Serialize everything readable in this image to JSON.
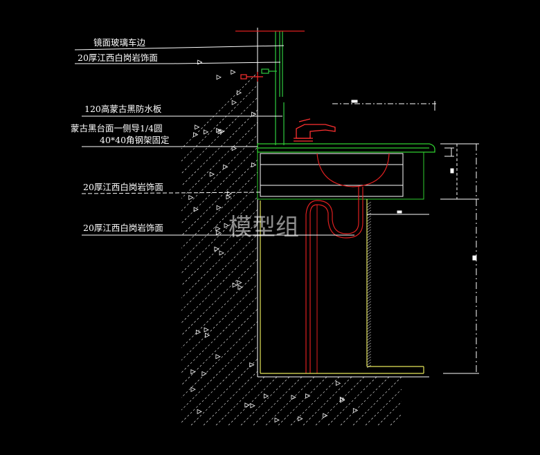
{
  "drawing": {
    "labels": [
      {
        "text": "镜面玻璃车边"
      },
      {
        "text": "20厚江西白岗岩饰面"
      },
      {
        "text": "120高蒙古黑防水板"
      },
      {
        "text": "蒙古黑台面一侧导1/4圆"
      },
      {
        "text": "40*40角钢架固定"
      },
      {
        "text": "20厚江西白岗岩饰面"
      },
      {
        "text": "20厚江西白岗岩饰面"
      }
    ],
    "watermark": "模型组"
  },
  "colors": {
    "background": "#000000",
    "annotation_text": "#ffffff",
    "wall_hatch": "#ffffff",
    "mirror_panel": "#2ecc40",
    "faucet": "#ff3030",
    "countertop": "#30d030",
    "basin": "#e02020",
    "drain_pipe": "#e02020",
    "cabinet": "#e6e65a",
    "dimension": "#ffffff"
  }
}
